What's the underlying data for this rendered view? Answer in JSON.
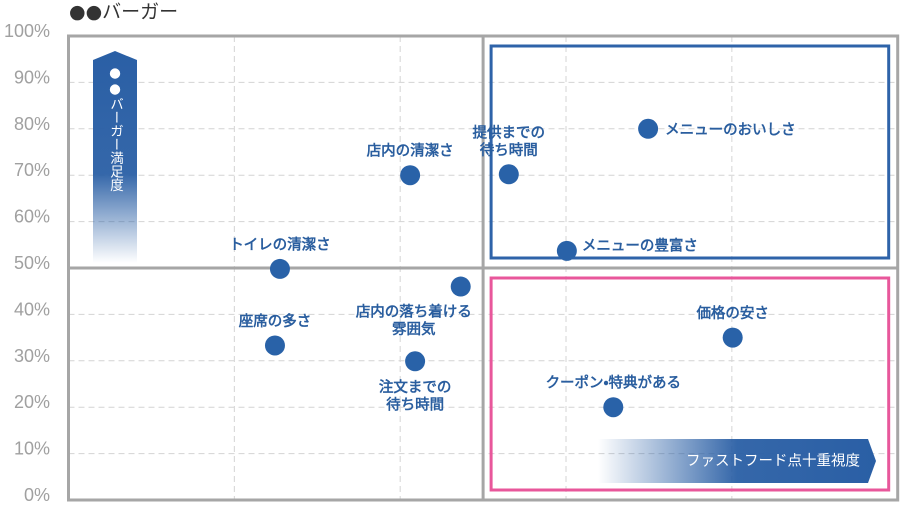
{
  "chart_data": {
    "type": "scatter",
    "title": "●●バーガー",
    "xlabel": "ファストフード点十重視度",
    "ylabel": "●●バーガー満足度",
    "xlim": [
      0,
      100
    ],
    "ylim": [
      0,
      100
    ],
    "xgrid": [
      20,
      40,
      60,
      80
    ],
    "xtick_labels": [],
    "yticks": [
      0,
      10,
      20,
      30,
      40,
      50,
      60,
      70,
      80,
      90,
      100
    ],
    "ytick_labels": [
      "0%",
      "10%",
      "20%",
      "30%",
      "40%",
      "50%",
      "60%",
      "70%",
      "80%",
      "90%",
      "100%"
    ],
    "grid": true,
    "quadrant_dividers": {
      "x": 50,
      "y": 50
    },
    "highlight_boxes": [
      {
        "quadrant": "top-right",
        "color": "#2e63a9"
      },
      {
        "quadrant": "bottom-right",
        "color": "#e8579b"
      }
    ],
    "points": [
      {
        "name": "店内の清潔さ",
        "label_lines": [
          "店内の清潔さ"
        ],
        "x": 41.2,
        "y": 70.0,
        "label_position": "above"
      },
      {
        "name": "提供までの待ち時間",
        "label_lines": [
          "提供までの",
          "待ち時間"
        ],
        "x": 53.1,
        "y": 70.2,
        "label_position": "above"
      },
      {
        "name": "トイレの清潔さ",
        "label_lines": [
          "トイレの清潔さ"
        ],
        "x": 25.5,
        "y": 49.8,
        "label_position": "above"
      },
      {
        "name": "メニューのおいしさ",
        "label_lines": [
          "メニューのおいしさ"
        ],
        "x": 69.9,
        "y": 80.0,
        "label_position": "right"
      },
      {
        "name": "メニューの豊富さ",
        "label_lines": [
          "メニューの豊富さ"
        ],
        "x": 60.1,
        "y": 53.7,
        "label_position": "upper-right"
      },
      {
        "name": "座席の多さ",
        "label_lines": [
          "座席の多さ"
        ],
        "x": 24.9,
        "y": 33.3,
        "label_position": "above"
      },
      {
        "name": "店内の落ち着ける雰囲気",
        "label_lines": [
          "店内の落ち着ける",
          "雰囲気"
        ],
        "x": 47.3,
        "y": 46.0,
        "label_position": "below-left"
      },
      {
        "name": "注文までの待ち時間",
        "label_lines": [
          "注文までの",
          "待ち時間"
        ],
        "x": 41.8,
        "y": 29.9,
        "label_position": "below"
      },
      {
        "name": "価格の安さ",
        "label_lines": [
          "価格の安さ"
        ],
        "x": 80.1,
        "y": 35.0,
        "label_position": "above"
      },
      {
        "name": "クーポン・特典がある",
        "label_lines": [
          "クーポン・特典がある"
        ],
        "x": 65.7,
        "y": 20.0,
        "label_position": "above"
      }
    ]
  },
  "colors": {
    "title": "#333333",
    "tick_label": "#a0a0a0",
    "axis": "#a6a6a6",
    "grid": "#d4d4d4",
    "point": "#2962a8",
    "point_label": "#2a5e9f",
    "arrow": "#2a5fa5",
    "arrow_text": "#ffffff"
  }
}
